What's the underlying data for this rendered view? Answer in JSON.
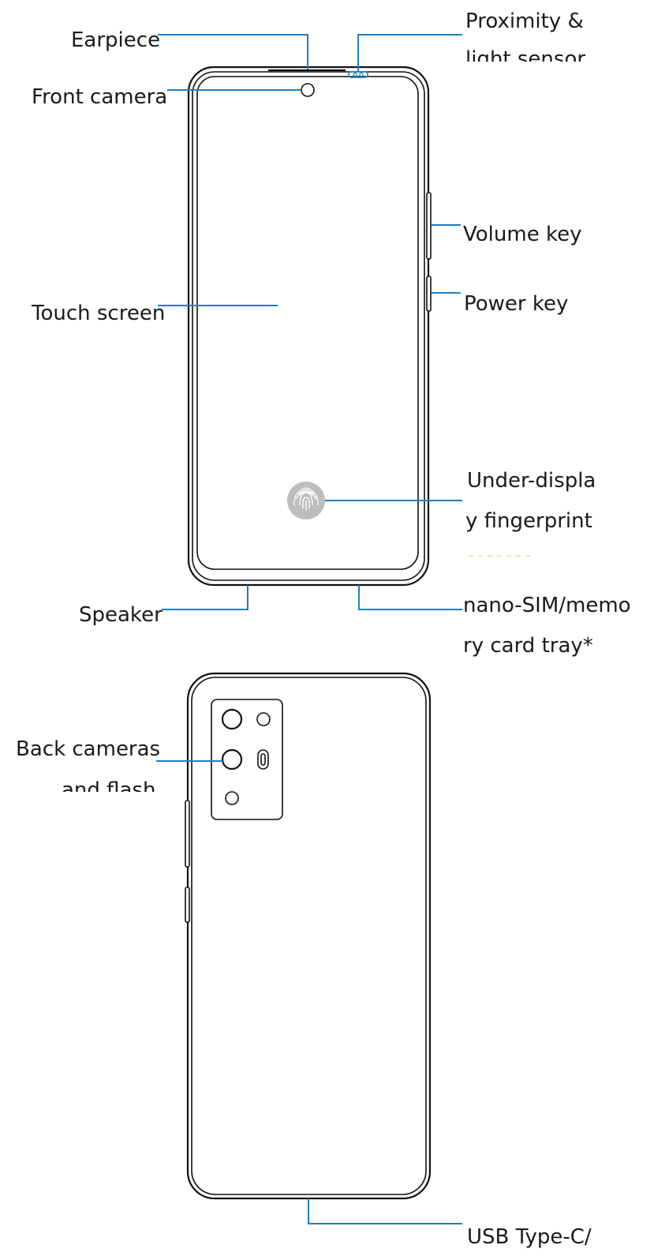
{
  "labels": {
    "earpiece": "Earpiece",
    "front_camera": "Front camera",
    "proximity_line1": "Proximity &",
    "proximity_line2": "light sensor",
    "volume_key": "Volume key",
    "power_key": "Power key",
    "touch_screen": "Touch screen",
    "under_display_line1": "Under-displa",
    "under_display_line2": "y fingerprint",
    "speaker": "Speaker",
    "sim_line1": "nano-SIM/memo",
    "sim_line2": "ry card tray*",
    "back_cameras_line1": "Back cameras",
    "back_cameras_line2": "and flash",
    "usb": "USB Type-C/"
  },
  "colors": {
    "leader_line": "#1f7fbf",
    "device_outline": "#111111",
    "fingerprint_fill": "#bdbdbd"
  },
  "icons": {
    "fingerprint": "fingerprint-icon",
    "front_camera": "front-camera-icon",
    "sensor": "proximity-sensor-icon",
    "flash": "flash-icon"
  }
}
